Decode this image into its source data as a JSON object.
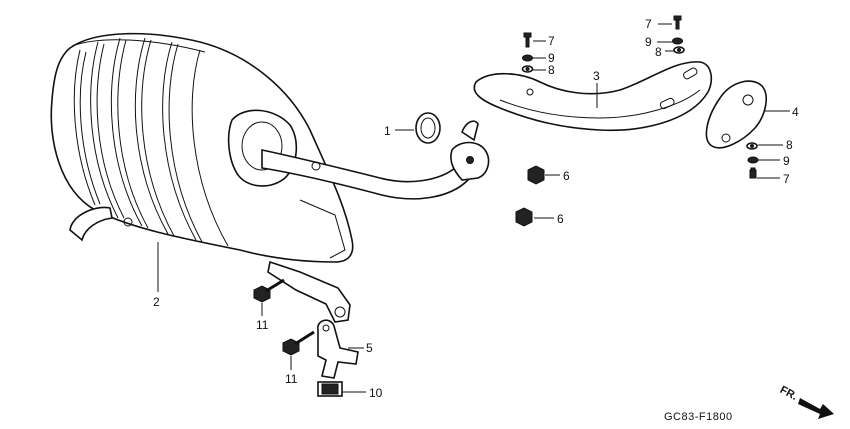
{
  "diagram_code": "GC83-F1800",
  "direction_label": "FR.",
  "callouts": [
    {
      "id": "c1",
      "label": "1",
      "part": "gasket"
    },
    {
      "id": "c2",
      "label": "2",
      "part": "muffler"
    },
    {
      "id": "c3",
      "label": "3",
      "part": "muffler-protector"
    },
    {
      "id": "c4",
      "label": "4",
      "part": "exhaust-pipe-protector"
    },
    {
      "id": "c5",
      "label": "5",
      "part": "muffler-stay"
    },
    {
      "id": "c6a",
      "label": "6",
      "part": "cap-nut"
    },
    {
      "id": "c6b",
      "label": "6",
      "part": "cap-nut"
    },
    {
      "id": "c7a",
      "label": "7",
      "part": "bolt"
    },
    {
      "id": "c7b",
      "label": "7",
      "part": "bolt"
    },
    {
      "id": "c7c",
      "label": "7",
      "part": "bolt"
    },
    {
      "id": "c8a",
      "label": "8",
      "part": "washer"
    },
    {
      "id": "c8b",
      "label": "8",
      "part": "washer"
    },
    {
      "id": "c8c",
      "label": "8",
      "part": "washer"
    },
    {
      "id": "c9a",
      "label": "9",
      "part": "washer"
    },
    {
      "id": "c9b",
      "label": "9",
      "part": "washer"
    },
    {
      "id": "c9c",
      "label": "9",
      "part": "washer"
    },
    {
      "id": "c10",
      "label": "10",
      "part": "rubber-mount"
    },
    {
      "id": "c11a",
      "label": "11",
      "part": "flange-bolt"
    },
    {
      "id": "c11b",
      "label": "11",
      "part": "flange-bolt"
    }
  ]
}
